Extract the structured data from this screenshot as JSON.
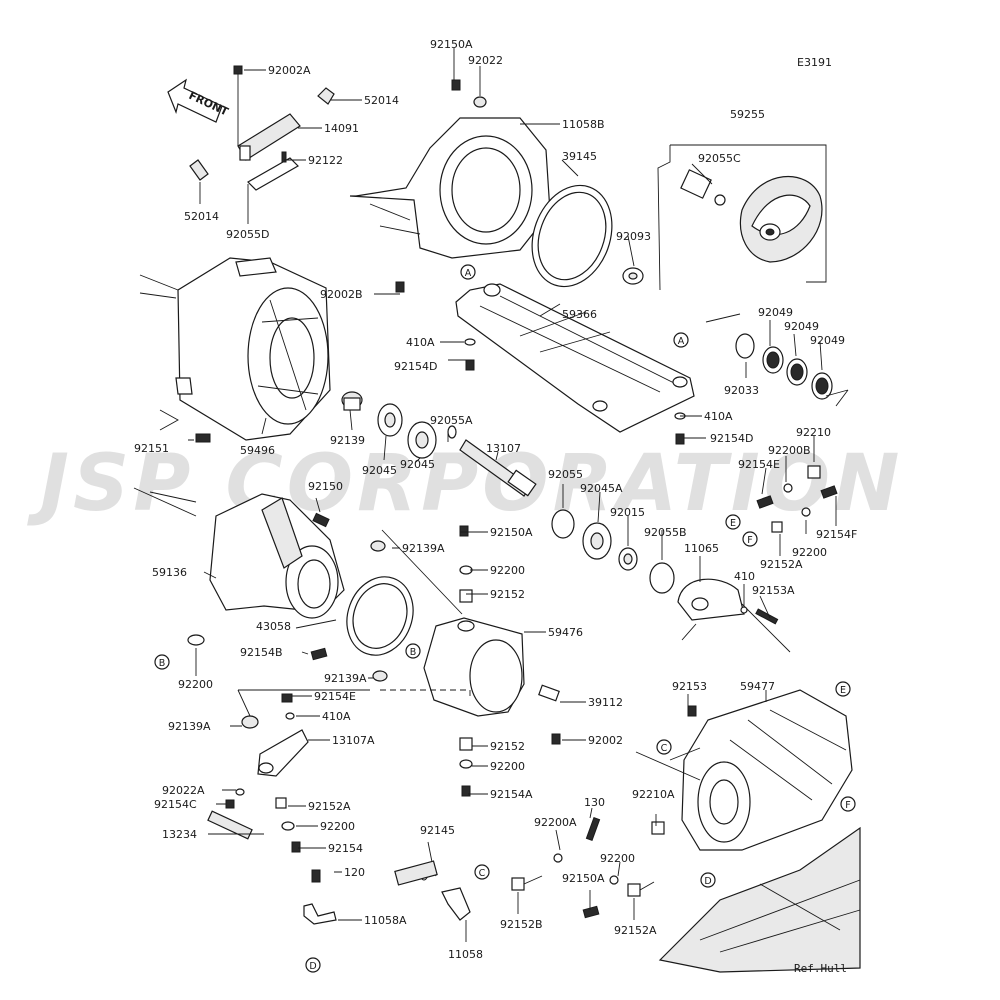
{
  "diagram_code": "E3191",
  "watermark": "JSP CORPORATION",
  "front_marker": "FRONT",
  "ref_hull": "Ref.Hull",
  "callout_letters": [
    "A",
    "B",
    "C",
    "D",
    "E",
    "F"
  ],
  "labels": {
    "p92002A": "92002A",
    "p52014a": "52014",
    "p14091": "14091",
    "p92122": "92122",
    "p52014b": "52014",
    "p92055D": "92055D",
    "p92150A_top": "92150A",
    "p92022": "92022",
    "p11058B": "11058B",
    "p39145": "39145",
    "p92002B": "92002B",
    "p59255": "59255",
    "p92055C": "92055C",
    "p92093": "92093",
    "p59366": "59366",
    "p410A_a": "410A",
    "p92154D_a": "92154D",
    "p410A_b": "410A",
    "p92154D_b": "92154D",
    "p92049_a": "92049",
    "p92049_b": "92049",
    "p92049_c": "92049",
    "p92033": "92033",
    "p92151": "92151",
    "p59496": "59496",
    "p92139": "92139",
    "p92045_a": "92045",
    "p92045_b": "92045",
    "p92055A": "92055A",
    "p13107": "13107",
    "p92210": "92210",
    "p92200B": "92200B",
    "p92154E_r": "92154E",
    "p92154F": "92154F",
    "p92200_r": "92200",
    "p92152A_r": "92152A",
    "p92150": "92150",
    "p59136": "59136",
    "p92139A_a": "92139A",
    "p92150A_mid": "92150A",
    "p92200_m1": "92200",
    "p92152_m1": "92152",
    "p92055": "92055",
    "p92045A": "92045A",
    "p92015": "92015",
    "p92055B": "92055B",
    "p11065": "11065",
    "p410": "410",
    "p92153A": "92153A",
    "p43058": "43058",
    "p59476": "59476",
    "p92154B": "92154B",
    "p92200_l": "92200",
    "p92139A_b": "92139A",
    "p39112": "39112",
    "p92139A_c": "92139A",
    "p92154E_l": "92154E",
    "p410A_l": "410A",
    "p13107A": "13107A",
    "p92152_m2": "92152",
    "p92002": "92002",
    "p92200_m2": "92200",
    "p92154A": "92154A",
    "p92022A": "92022A",
    "p92154C": "92154C",
    "p92152A_l": "92152A",
    "p13234": "13234",
    "p92200_l2": "92200",
    "p92154": "92154",
    "p92145": "92145",
    "p120": "120",
    "p11058A": "11058A",
    "p11058": "11058",
    "p92200A": "92200A",
    "p130": "130",
    "p92150A_bot": "92150A",
    "p92152B": "92152B",
    "p92200_b": "92200",
    "p92152A_b": "92152A",
    "p92153": "92153",
    "p59477": "59477",
    "p92210A": "92210A"
  }
}
